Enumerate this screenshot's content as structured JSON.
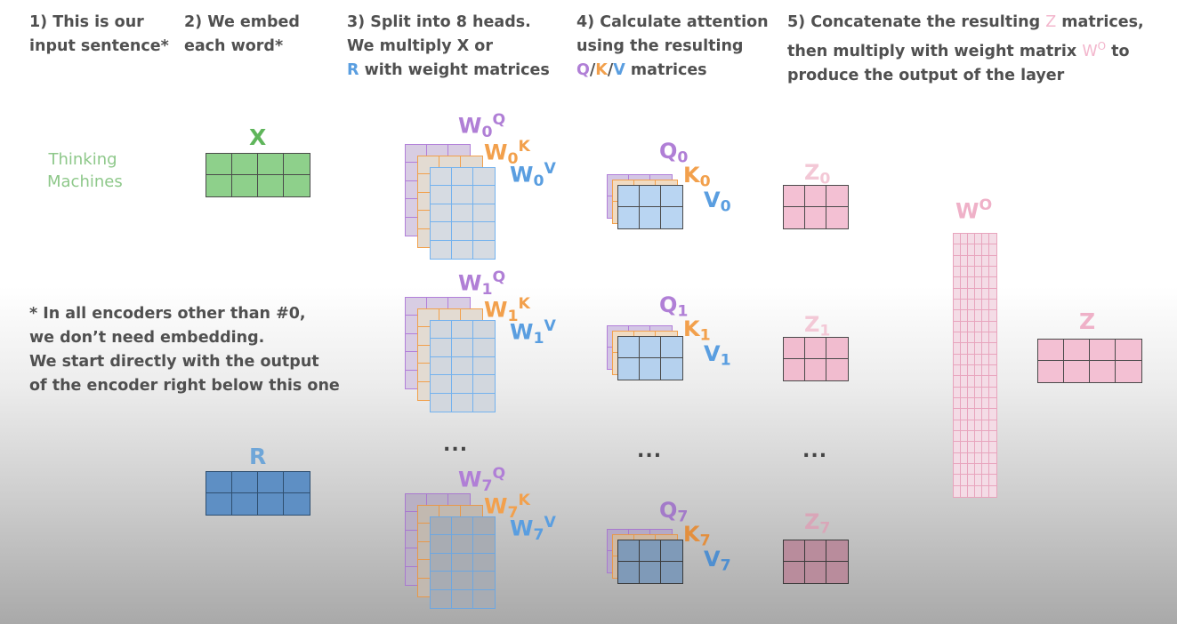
{
  "steps": {
    "s1": [
      "1) This is our",
      "input sentence*"
    ],
    "s2": [
      "2) We embed",
      "each word*"
    ],
    "s3": {
      "l1": "3) Split into 8 heads.",
      "l2": "We multiply X or",
      "l3_x": "R",
      "l3_rest": " with weight matrices"
    },
    "s4": {
      "l1": "4) Calculate attention",
      "l2": "using the resulting",
      "q": "Q",
      "k": "K",
      "v": "V",
      "slash": "/",
      "rest": " matrices"
    },
    "s5": {
      "l1_pre": "5) Concatenate the resulting ",
      "l1_z": "Z",
      "l1_post": " matrices,",
      "l2_pre": "then multiply with weight matrix ",
      "l2_w": "W",
      "l2_o": "O",
      "l2_post": " to",
      "l3": "produce the output of the layer"
    }
  },
  "input_words": [
    "Thinking",
    "Machines"
  ],
  "embedding_label": "X",
  "recurrent_label": "R",
  "note": [
    "* In all encoders other than #0,",
    "we don’t need embedding.",
    "We start directly with the output",
    "of the encoder right below this one"
  ],
  "heads": [
    {
      "index": "0",
      "wq": "W",
      "wk": "W",
      "wv": "W",
      "q": "Q",
      "k": "K",
      "v": "V",
      "z": "Z"
    },
    {
      "index": "1",
      "wq": "W",
      "wk": "W",
      "wv": "W",
      "q": "Q",
      "k": "K",
      "v": "V",
      "z": "Z"
    },
    {
      "index": "7",
      "wq": "W",
      "wk": "W",
      "wv": "W",
      "q": "Q",
      "k": "K",
      "v": "V",
      "z": "Z"
    }
  ],
  "ellipsis": "...",
  "output_weight": {
    "w": "W",
    "o": "O"
  },
  "output_label": "Z",
  "colors": {
    "text": "#505050",
    "green": "#5fb55b",
    "green_fill": "#8ed08b",
    "purple": "#b07fd6",
    "orange": "#f2a04c",
    "blue": "#5a9ee0",
    "pink": "#f2b5cd",
    "pink_text": "#efb1c8"
  }
}
